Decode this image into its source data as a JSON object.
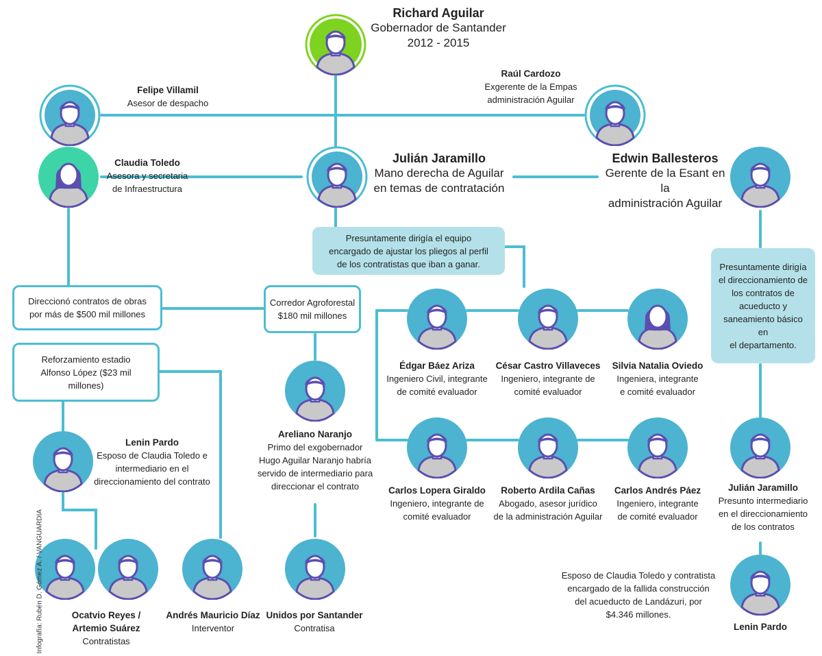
{
  "credit": "Infografía: Rubén D. Gómez A. / VANGUARDIA",
  "colors": {
    "line": "#4cbdd2",
    "avatar_blue": "#4cb3d0",
    "avatar_green": "#7ed321",
    "avatar_teal": "#3dd4a8",
    "person": "#5a4fb0",
    "callout": "#b4e1e9"
  },
  "people": {
    "richard": {
      "name": "Richard Aguilar",
      "role1": "Gobernador de Santander",
      "role2": "2012 - 2015"
    },
    "felipe": {
      "name": "Felipe Villamil",
      "role1": "Asesor de despacho"
    },
    "raul": {
      "name": "Raúl Cardozo",
      "role1": "Exgerente de la Empas",
      "role2": "administración Aguilar"
    },
    "claudia": {
      "name": "Claudia Toledo",
      "role1": "Asesora y secretaria",
      "role2": "de Infraestructura"
    },
    "julian": {
      "name": "Julián Jaramillo",
      "role1": "Mano derecha de Aguilar",
      "role2": "en temas de contratación"
    },
    "edwin": {
      "name": "Edwin Ballesteros",
      "role1": "Gerente de la Esant en la",
      "role2": "administración Aguilar"
    },
    "edgar": {
      "name": "Édgar Báez Ariza",
      "role1": "Ingeniero Civil, integrante",
      "role2": "de comité evaluador"
    },
    "cesar": {
      "name": "César Castro Villaveces",
      "role1": "Ingeniero, integrante de",
      "role2": "comité evaluador"
    },
    "silvia": {
      "name": "Silvia Natalia Oviedo",
      "role1": "Ingeniera, integrante",
      "role2": "e comité evaluador"
    },
    "carlos_lopera": {
      "name": "Carlos Lopera Giraldo",
      "role1": "Ingeniero, integrante de",
      "role2": "comité evaluador"
    },
    "roberto": {
      "name": "Roberto Ardila Cañas",
      "role1": "Abogado, asesor jurídico",
      "role2": "de la administración Aguilar"
    },
    "carlos_paez": {
      "name": "Carlos Andrés Páez",
      "role1": "Ingeniero, integrante",
      "role2": "de comité evaluador"
    },
    "lenin_left": {
      "name": "Lenin Pardo",
      "role1": "Esposo de Claudia Toledo e",
      "role2": "intermediario en el",
      "role3": "direccionamiento del contrato"
    },
    "areliano": {
      "name": "Areliano Naranjo",
      "role1": "Primo del exgobernador",
      "role2": "Hugo Aguilar Naranjo habría",
      "role3": "servido de intermediario para",
      "role4": "direccionar el contrato"
    },
    "julian_right": {
      "name": "Julián Jaramillo",
      "role1": "Presunto intermediario",
      "role2": "en el direccionamiento",
      "role3": "de los contratos"
    },
    "lenin_right": {
      "name": "Lenin Pardo",
      "desc1": "Esposo de Claudia Toledo y contratista",
      "desc2": "encargado de la fallida construcción",
      "desc3": "del acueducto de Landázuri, por",
      "desc4": "$4.346 millones."
    },
    "ocatvio": {
      "name1": "Ocatvio Reyes /",
      "name2": "Artemio Suárez",
      "role1": "Contratistas"
    },
    "andres": {
      "name": "Andrés Mauricio Díaz",
      "role1": "Interventor"
    },
    "unidos": {
      "name": "Unidos por Santander",
      "role1": "Contratisa"
    }
  },
  "boxes": {
    "direcciono": {
      "line1": "Direccionó contratos de obras",
      "line2": "por más de $500 mil millones"
    },
    "corredor": {
      "line1": "Corredor Agroforestal",
      "line2": "$180 mil millones"
    },
    "reforzamiento": {
      "line1": "Reforzamiento estadio",
      "line2": "Alfonso López ($23 mil",
      "line3": "millones)"
    },
    "julian_callout": {
      "line1": "Presuntamente dirigía el equipo",
      "line2": "encargado de ajustar los pliegos al perfil",
      "line3": "de los contratistas que iban a ganar."
    },
    "edwin_callout": {
      "line1": "Presuntamente dirigía",
      "line2": "el direccionamiento de",
      "line3": "los contratos de",
      "line4": "acueducto y",
      "line5": "saneamiento básico en",
      "line6": "el departamento."
    }
  }
}
